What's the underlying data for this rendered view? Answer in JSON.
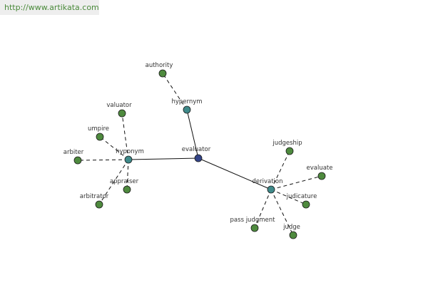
{
  "header": {
    "url": "http://www.artikata.com"
  },
  "colors": {
    "center": "#334488",
    "hub": "#3f8a8a",
    "leaf": "#4e8a3e",
    "edge": "#111111",
    "url": "#4a8a3a"
  },
  "graph": {
    "center": {
      "label": "evaluator"
    },
    "hubs": [
      {
        "key": "hypernym",
        "label": "hypernym"
      },
      {
        "key": "hyponym",
        "label": "hyponym"
      },
      {
        "key": "derivation",
        "label": "derivation"
      }
    ],
    "leaves": [
      {
        "label": "authority",
        "hub": "hypernym"
      },
      {
        "label": "valuator",
        "hub": "hyponym"
      },
      {
        "label": "umpire",
        "hub": "hyponym"
      },
      {
        "label": "arbiter",
        "hub": "hyponym"
      },
      {
        "label": "appraiser",
        "hub": "hyponym"
      },
      {
        "label": "arbitrator",
        "hub": "hyponym"
      },
      {
        "label": "judgeship",
        "hub": "derivation"
      },
      {
        "label": "evaluate",
        "hub": "derivation"
      },
      {
        "label": "judicature",
        "hub": "derivation"
      },
      {
        "label": "judge",
        "hub": "derivation"
      },
      {
        "label": "pass judgment",
        "hub": "derivation"
      }
    ]
  }
}
